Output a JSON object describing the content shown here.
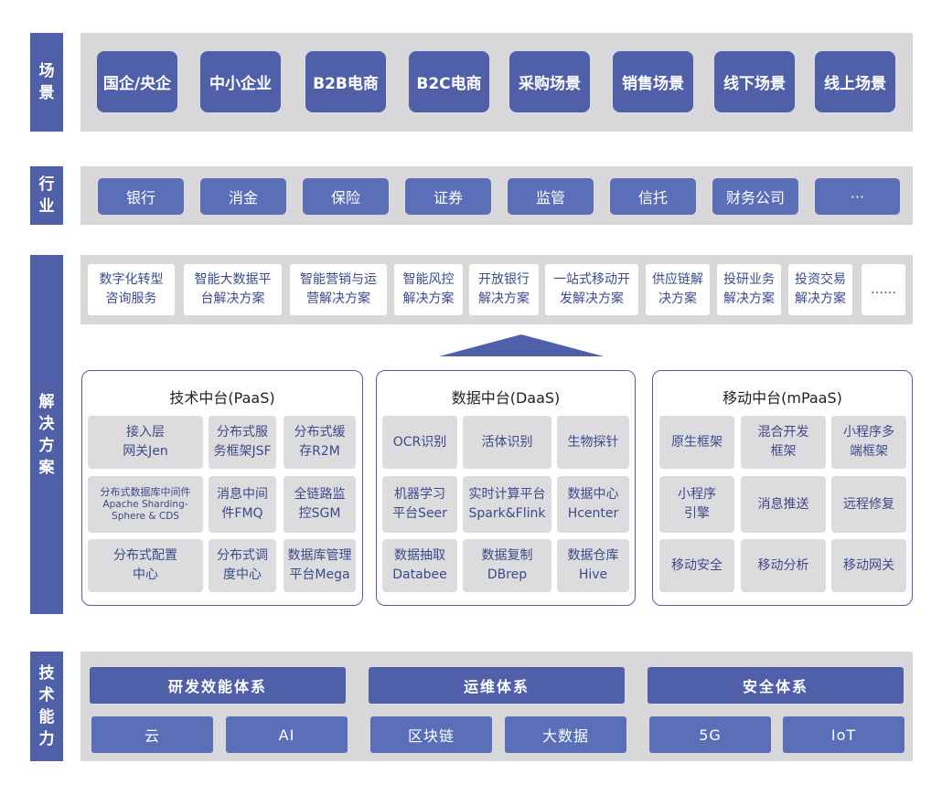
{
  "colors": {
    "primary": "#4f5fa8",
    "band": "#d8d8da",
    "cell": "#dcdcde",
    "text_blue": "#3d4a8a"
  },
  "sections": {
    "scene": "场景",
    "industry": "行业",
    "solution": "解决方案",
    "tech": "技术能力"
  },
  "scenes": [
    "国企/央企",
    "中小企业",
    "B2B电商",
    "B2C电商",
    "采购场景",
    "销售场景",
    "线下场景",
    "线上场景"
  ],
  "industries": [
    "银行",
    "消金",
    "保险",
    "证券",
    "监管",
    "信托",
    "财务公司",
    "···"
  ],
  "solutions": [
    "数字化转型\n咨询服务",
    "智能大数据平\n台解决方案",
    "智能营销与运\n营解决方案",
    "智能风控\n解决方案",
    "开放银行\n解决方案",
    "一站式移动开\n发解决方案",
    "供应链解\n决方案",
    "投研业务\n解决方案",
    "投资交易\n解决方案",
    "……"
  ],
  "paas": {
    "title": "技术中台(PaaS)",
    "cells": [
      "接入层\n网关Jen",
      "分布式服\n务框架JSF",
      "分布式缓\n存R2M",
      "分布式数据库中间件",
      "消息中间\n件FMQ",
      "全链路监\n控SGM",
      "分布式配置\n中心",
      "分布式调\n度中心",
      "数据库管理\n平台Mega"
    ],
    "cell_sub": "Apache Sharding-\nSphere & CDS"
  },
  "daas": {
    "title": "数据中台(DaaS)",
    "cells": [
      "OCR识别",
      "活体识别",
      "生物探针",
      "机器学习\n平台Seer",
      "实时计算平台\nSpark&Flink",
      "数据中心\nHcenter",
      "数据抽取\nDatabee",
      "数据复制\nDBrep",
      "数据仓库\nHive"
    ]
  },
  "mpaas": {
    "title": "移动中台(mPaaS)",
    "cells": [
      "原生框架",
      "混合开发\n框架",
      "小程序多\n端框架",
      "小程序\n引擎",
      "消息推送",
      "远程修复",
      "移动安全",
      "移动分析",
      "移动网关"
    ]
  },
  "tech": {
    "heads": [
      "研发效能体系",
      "运维体系",
      "安全体系"
    ],
    "items": [
      "云",
      "AI",
      "区块链",
      "大数据",
      "5G",
      "IoT"
    ]
  }
}
